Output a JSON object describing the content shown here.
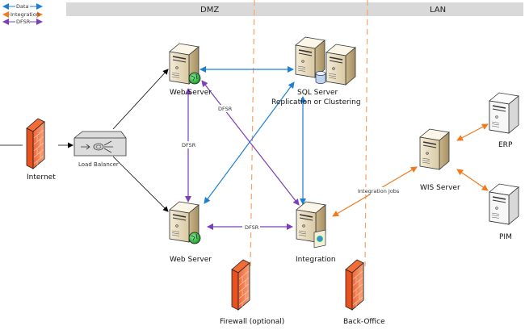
{
  "legend": {
    "items": [
      {
        "label": "Data",
        "color": "#1f7fd4"
      },
      {
        "label": "Integration",
        "color": "#f07a1f"
      },
      {
        "label": "DFSR",
        "color": "#7b3fb8"
      }
    ]
  },
  "zones": {
    "dmz": "DMZ",
    "lan": "LAN",
    "bar_color": "#d9d9d9"
  },
  "colors": {
    "data": "#1f7fd4",
    "integration": "#f07a1f",
    "dfsr": "#7b3fb8",
    "boundary": "#f4a36a",
    "connector": "#000000"
  },
  "nodes": {
    "internet": "Internet",
    "load_balancer": "Load Balancer",
    "web_server_top": "Web Server",
    "web_server_bottom": "Web Server",
    "sql_server_line1": "SQL Server",
    "sql_server_line2": "Replication or Clustering",
    "integration": "Integration",
    "wis_server": "WIS Server",
    "erp": "ERP",
    "pim": "PIM",
    "firewall_optional": "Firewall (optional)",
    "back_office": "Back-Office"
  },
  "edge_labels": {
    "dfsr_vertical": "DFSR",
    "dfsr_diagonal": "DFSR",
    "dfsr_horizontal": "DFSR",
    "integration_jobs": "Integration Jobs"
  }
}
